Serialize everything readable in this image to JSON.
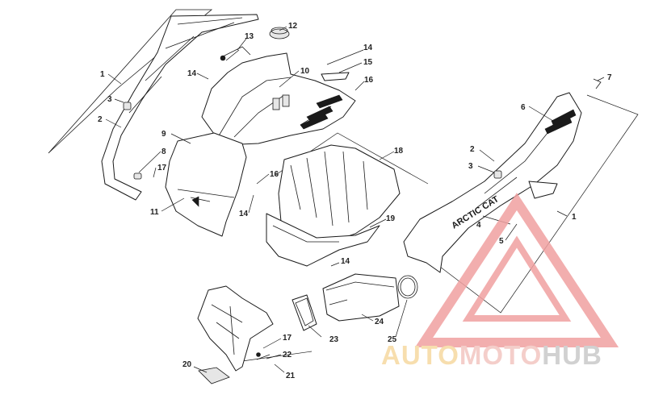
{
  "diagram": {
    "callouts": [
      "1",
      "2",
      "3",
      "4",
      "5",
      "6",
      "7",
      "8",
      "9",
      "10",
      "11",
      "12",
      "13",
      "14",
      "15",
      "16",
      "17",
      "18",
      "19",
      "20",
      "21",
      "22",
      "23",
      "24",
      "25"
    ]
  },
  "brand_decal": {
    "text": "ARCTIC CAT"
  },
  "watermark": {
    "word_part1": "AUTO",
    "word_part2": "MOTO",
    "word_part3": "HUB",
    "color_auto": "#f6d9a0",
    "color_moto": "#f3c6c1",
    "color_hub": "#c9c9c9",
    "logo_color": "#f0a0a0"
  }
}
